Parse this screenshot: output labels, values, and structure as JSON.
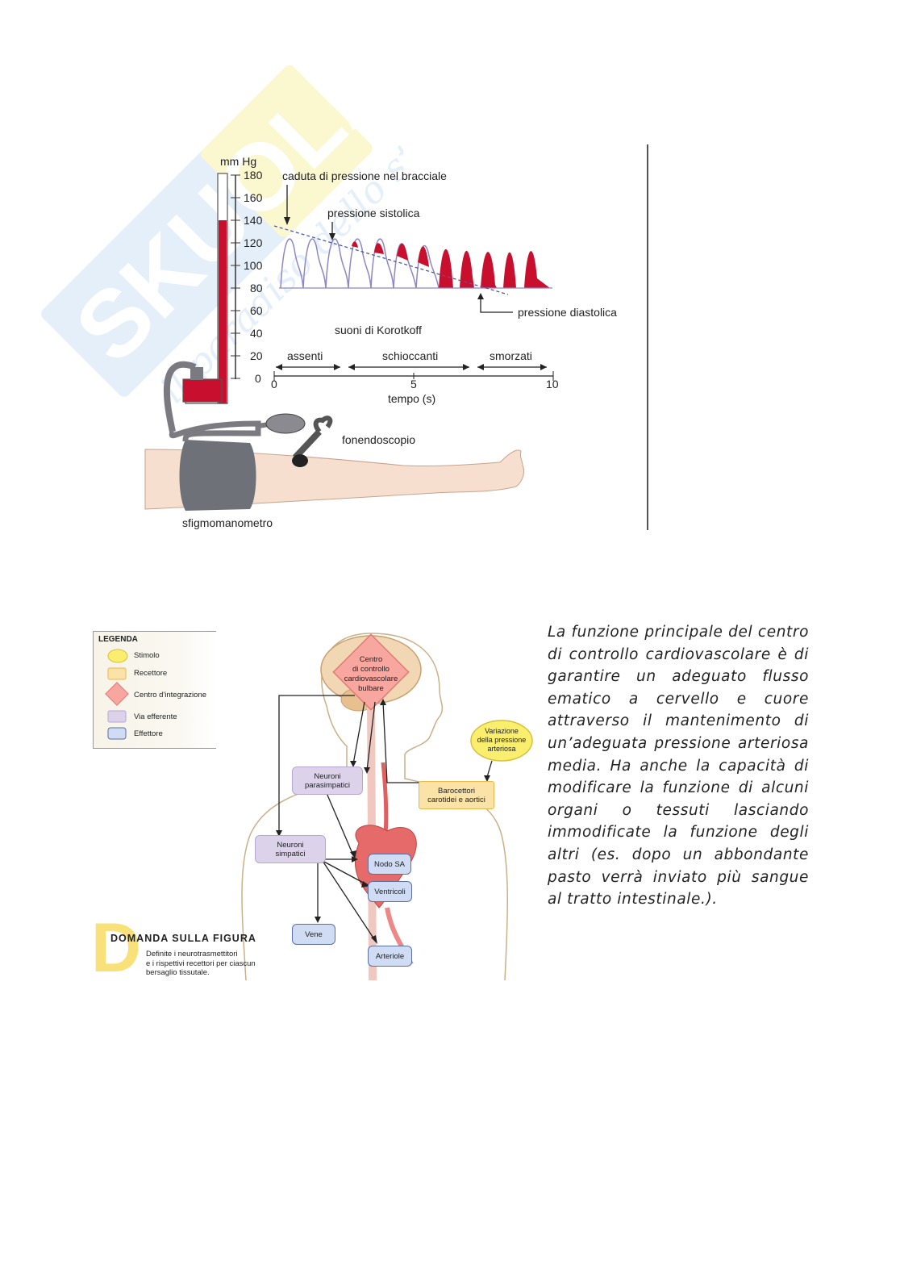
{
  "figure1": {
    "unit": "mm Hg",
    "scale_ticks": [
      "180",
      "160",
      "140",
      "120",
      "100",
      "80",
      "60",
      "40",
      "20",
      "0"
    ],
    "label_cuff_drop": "caduta di pressione nel bracciale",
    "label_systolic": "pressione sistolica",
    "label_diastolic": "pressione diastolica",
    "label_korotkoff": "suoni di Korotkoff",
    "phase_absent": "assenti",
    "phase_snapping": "schioccanti",
    "phase_muffled": "smorzati",
    "time_ticks": [
      "0",
      "5",
      "10"
    ],
    "time_label": "tempo (s)",
    "label_stethoscope": "fonendoscopio",
    "label_sphygmomanometer": "sfigmomanometro"
  },
  "legend": {
    "title": "LEGENDA",
    "items": [
      "Stimolo",
      "Recettore",
      "Centro d'integrazione",
      "Via efferente",
      "Effettore"
    ]
  },
  "figure2": {
    "center_line1": "Centro",
    "center_line2": "di controllo",
    "center_line3": "cardiovascolare",
    "center_line4": "bulbare",
    "stimulus_line1": "Variazione",
    "stimulus_line2": "della pressione",
    "stimulus_line3": "arteriosa",
    "parasym_line1": "Neuroni",
    "parasym_line2": "parasimpatici",
    "sym_line1": "Neuroni",
    "sym_line2": "simpatici",
    "baro_line1": "Barocettori",
    "baro_line2": "carotidei e aortici",
    "sa_node": "Nodo SA",
    "ventricles": "Ventricoli",
    "veins": "Vene",
    "arterioles": "Arteriole"
  },
  "question": {
    "letter": "D",
    "heading": "OMANDA SULLA FIGURA",
    "text_line1": "Definite i neurotrasmettitori",
    "text_line2": "e i rispettivi recettori per ciascun",
    "text_line3": "bersaglio tissutale."
  },
  "paragraph": "La funzione principale del centro di controllo cardiovascolare è di garantire un adeguato flusso ematico a cervello e cuore attraverso il mantenimento di un’adeguata pressione arteriosa media. Ha anche la capacità di modificare la funzione di alcuni organi o tessuti lasciando immodificate la funzione degli altri (es. dopo un abbondante pasto verrà inviato più sangue al tratto intestinale.).",
  "watermark": {
    "brand": "SKUOLA.net",
    "tagline": "il paradiso dello studente"
  },
  "colors": {
    "mercury_red": "#c8102e",
    "pulse_stroke": "#8e86c0",
    "cuff_gray": "#6f7178",
    "skin": "#f6dfcf",
    "watermark_blue": "#b9d6f2",
    "watermark_yellow": "#f7ef9a"
  }
}
